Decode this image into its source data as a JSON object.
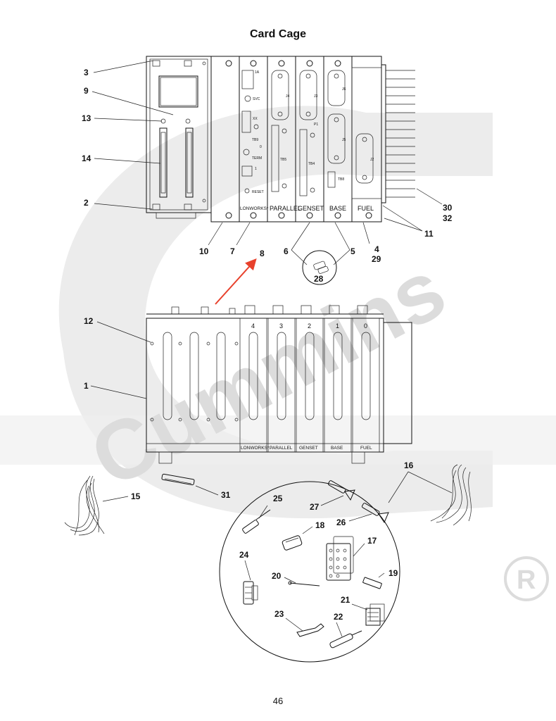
{
  "page": {
    "title": "Card Cage",
    "page_number": "46",
    "watermark": "Cummins",
    "registered_mark": "R"
  },
  "top_view": {
    "card_labels": [
      "LONWORKS*",
      "PARALLEL",
      "GENSET",
      "BASE",
      "FUEL"
    ],
    "panel_marks": {
      "lon_1": "1A",
      "lon_svc": "SVC",
      "lon_tb9": "TB9",
      "lon_term": "TERM",
      "lon_reset": "RESET",
      "lon_0": "0",
      "lon_1b": "1",
      "lon_xx": "XX",
      "par_j4": "J4",
      "par_tb5": "TB5",
      "gen_j3": "J3",
      "gen_tb4": "TB4",
      "gen_p1": "P1",
      "base_j6": "J6",
      "base_j5": "J5",
      "base_tb8": "TB8",
      "fuel_j2": "J2"
    },
    "callouts": [
      "3",
      "9",
      "13",
      "14",
      "2",
      "10",
      "7",
      "8",
      "6",
      "5",
      "28",
      "4",
      "29",
      "11",
      "30",
      "32"
    ]
  },
  "bottom_view": {
    "slot_numbers": [
      "4",
      "3",
      "2",
      "1",
      "0"
    ],
    "slot_labels": [
      "LONWORKS*",
      "PARALLEL",
      "GENSET",
      "BASE",
      "FUEL"
    ],
    "callouts": [
      "12",
      "1"
    ]
  },
  "parts": {
    "callouts": [
      "15",
      "31",
      "16",
      "25",
      "27",
      "26",
      "18",
      "17",
      "24",
      "20",
      "19",
      "21",
      "23",
      "22"
    ]
  },
  "colors": {
    "arrow": "#e8412c",
    "line": "#111111",
    "watermark": "#e6e6e6"
  }
}
